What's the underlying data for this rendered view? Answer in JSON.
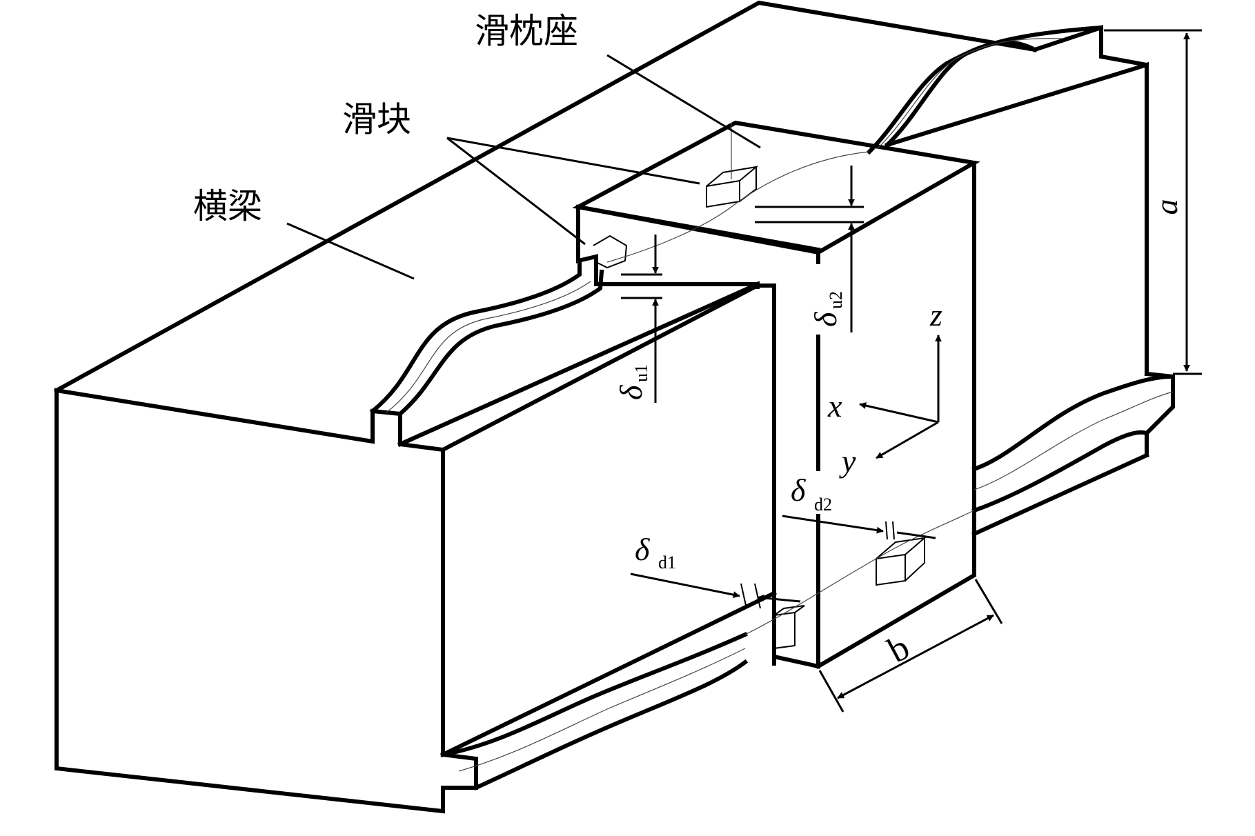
{
  "labels": {
    "sleeper_seat": "滑枕座",
    "slider": "滑块",
    "crossbeam": "横梁",
    "dim_a": "a",
    "dim_b": "b",
    "axis_x": "x",
    "axis_y": "y",
    "axis_z": "z",
    "delta_u1": {
      "main": "δ",
      "sub": "u1"
    },
    "delta_u2": {
      "main": "δ",
      "sub": "u2"
    },
    "delta_d1": {
      "main": "δ",
      "sub": "d1"
    },
    "delta_d2": {
      "main": "δ",
      "sub": "d2"
    }
  },
  "colors": {
    "ink": "#000000",
    "background": "#ffffff"
  }
}
